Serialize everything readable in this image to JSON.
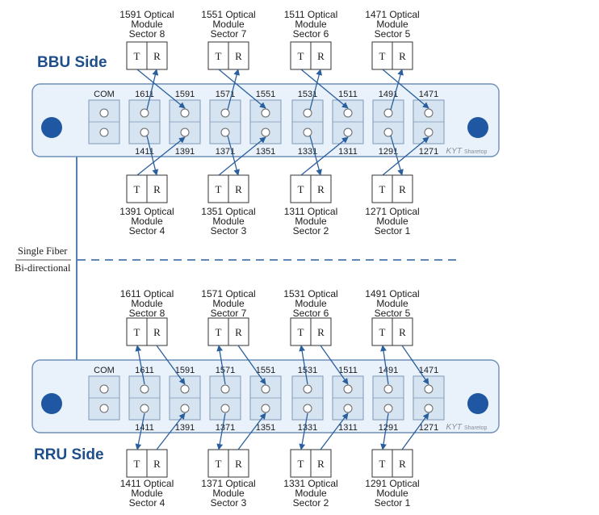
{
  "labels": {
    "bbu_side": "BBU Side",
    "rru_side": "RRU Side",
    "divider_line1": "Single Fiber",
    "divider_line2": "Bi-directional",
    "com": "COM",
    "brand_main": "KYT",
    "brand_sub": "Sharetop",
    "tx": "T",
    "rx": "R"
  },
  "colors": {
    "panel_fill": "#e9f1fb",
    "panel_stroke": "#6f8fb8",
    "port_fill": "#d6e3f1",
    "port_stroke": "#7f98b8",
    "mount_hole": "#1f57a3",
    "arrow": "#2a5f9e",
    "label_text": "#1e4f8a",
    "text": "#1c1c1c"
  },
  "panels": [
    {
      "id": "bbu",
      "top_wavelengths": [
        "1611",
        "1591",
        "1571",
        "1551",
        "1531",
        "1511",
        "1491",
        "1471"
      ],
      "bottom_wavelengths": [
        "1411",
        "1391",
        "1371",
        "1351",
        "1331",
        "1311",
        "1291",
        "1271"
      ],
      "top_modules": [
        {
          "line1": "1591 Optical",
          "line2": "Module",
          "line3": "Sector 8"
        },
        {
          "line1": "1551 Optical",
          "line2": "Module",
          "line3": "Sector 7"
        },
        {
          "line1": "1511 Optical",
          "line2": "Module",
          "line3": "Sector 6"
        },
        {
          "line1": "1471 Optical",
          "line2": "Module",
          "line3": "Sector 5"
        }
      ],
      "bottom_modules": [
        {
          "line1": "1391 Optical",
          "line2": "Module",
          "line3": "Sector 4"
        },
        {
          "line1": "1351 Optical",
          "line2": "Module",
          "line3": "Sector 3"
        },
        {
          "line1": "1311 Optical",
          "line2": "Module",
          "line3": "Sector 2"
        },
        {
          "line1": "1271 Optical",
          "line2": "Module",
          "line3": "Sector 1"
        }
      ]
    },
    {
      "id": "rru",
      "top_wavelengths": [
        "1611",
        "1591",
        "1571",
        "1551",
        "1531",
        "1511",
        "1491",
        "1471"
      ],
      "bottom_wavelengths": [
        "1411",
        "1391",
        "1371",
        "1351",
        "1331",
        "1311",
        "1291",
        "1271"
      ],
      "top_modules": [
        {
          "line1": "1611 Optical",
          "line2": "Module",
          "line3": "Sector 8"
        },
        {
          "line1": "1571 Optical",
          "line2": "Module",
          "line3": "Sector 7"
        },
        {
          "line1": "1531 Optical",
          "line2": "Module",
          "line3": "Sector 6"
        },
        {
          "line1": "1491 Optical",
          "line2": "Module",
          "line3": "Sector 5"
        }
      ],
      "bottom_modules": [
        {
          "line1": "1411 Optical",
          "line2": "Module",
          "line3": "Sector 4"
        },
        {
          "line1": "1371 Optical",
          "line2": "Module",
          "line3": "Sector 3"
        },
        {
          "line1": "1331 Optical",
          "line2": "Module",
          "line3": "Sector 2"
        },
        {
          "line1": "1291 Optical",
          "line2": "Module",
          "line3": "Sector 1"
        }
      ]
    }
  ]
}
